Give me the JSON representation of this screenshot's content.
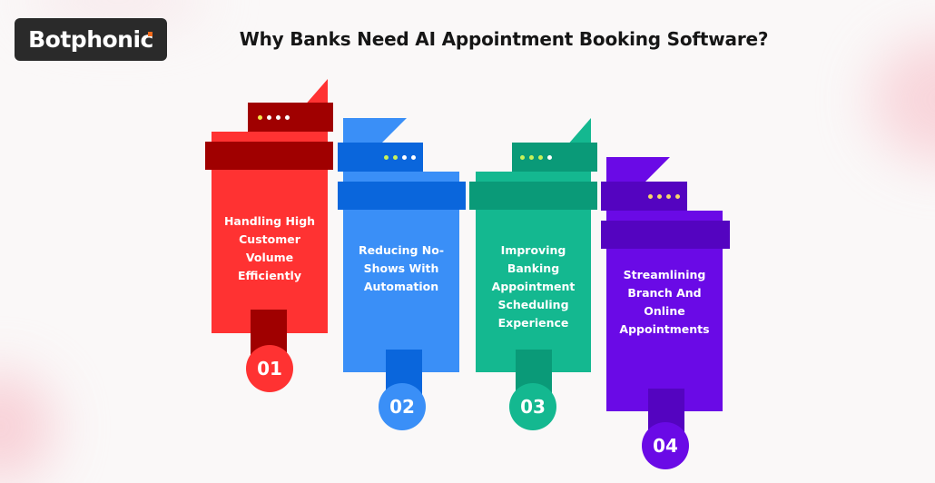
{
  "brand": {
    "logo_text": "Botphonic",
    "logo_bg": "#2a2a2a",
    "logo_accent": "#f26a1b"
  },
  "header": {
    "title": "Why Banks Need AI Appointment Booking Software?"
  },
  "steps": [
    {
      "number": "01",
      "label": "Handling High Customer Volume Efficiently",
      "colors": {
        "main": "#ff3232",
        "dark": "#a00000"
      },
      "dots": [
        "#f5e74a",
        "#ffffff",
        "#ffffff",
        "#ffffff"
      ]
    },
    {
      "number": "02",
      "label": "Reducing No-Shows With Automation",
      "colors": {
        "main": "#3a8ff7",
        "dark": "#0a66dc"
      },
      "dots": [
        "#c8f25a",
        "#c8f25a",
        "#ffffff",
        "#ffffff"
      ]
    },
    {
      "number": "03",
      "label": "Improving Banking Appointment Scheduling Experience",
      "colors": {
        "main": "#14b890",
        "dark": "#0a9a78"
      },
      "dots": [
        "#c8f25a",
        "#c8f25a",
        "#c8f25a",
        "#ffffff"
      ]
    },
    {
      "number": "04",
      "label": "Streamlining Branch And Online Appointments",
      "colors": {
        "main": "#6a0ae6",
        "dark": "#5404c0"
      },
      "dots": [
        "#f8d66a",
        "#f8d66a",
        "#f8d66a",
        "#f8d66a"
      ]
    }
  ]
}
